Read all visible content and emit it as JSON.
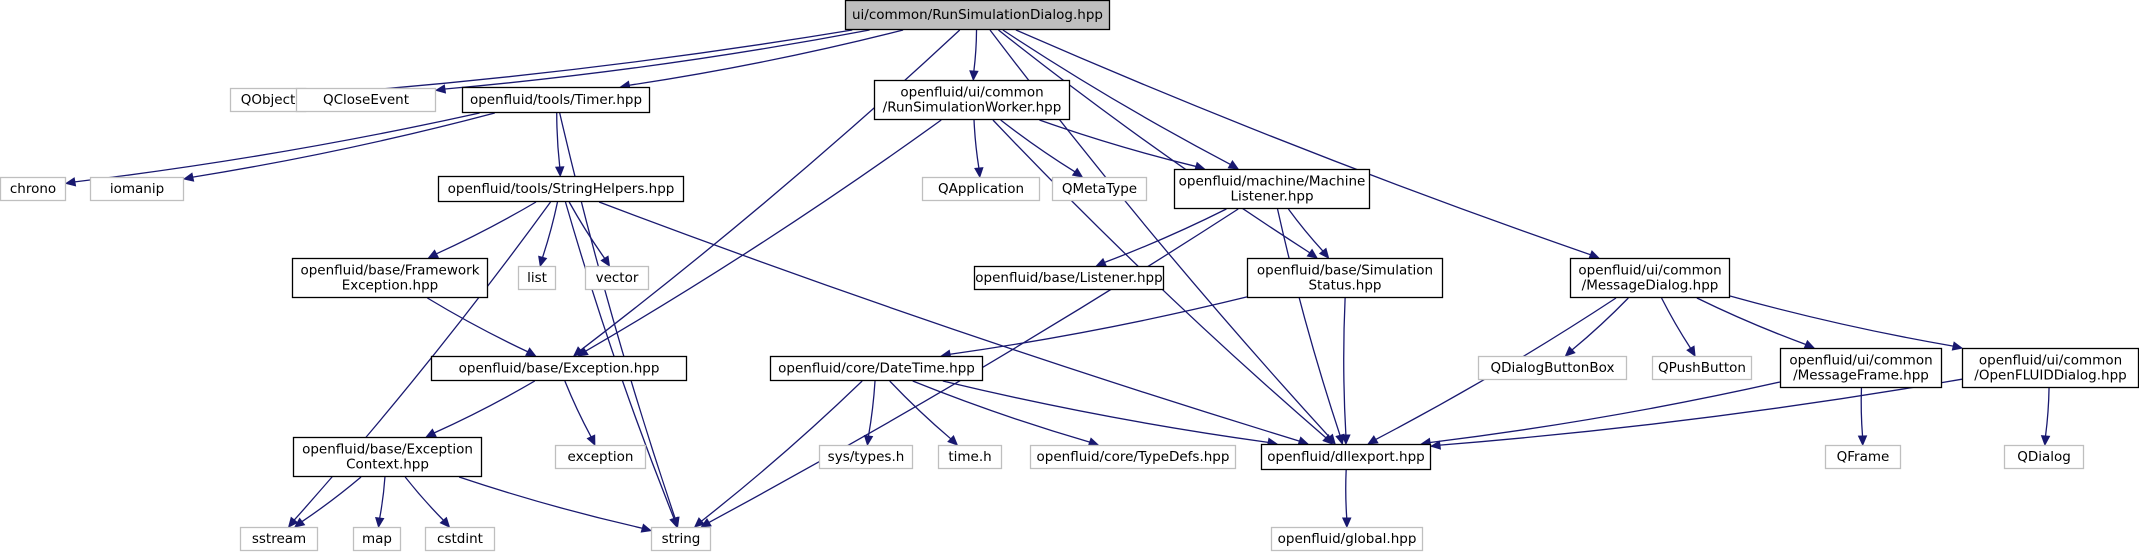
{
  "graph": {
    "root": "ui/common/RunSimulationDialog.hpp",
    "colors": {
      "edge": "#191970",
      "root_fill": "#bfbfbf",
      "node_border": "#000000",
      "external_border": "#bfbfbf"
    },
    "nodes": [
      {
        "id": "root",
        "lines": [
          "ui/common/RunSimulationDialog.hpp"
        ],
        "kind": "root"
      },
      {
        "id": "qobject",
        "lines": [
          "QObject"
        ],
        "kind": "external"
      },
      {
        "id": "qcloseevent",
        "lines": [
          "QCloseEvent"
        ],
        "kind": "external"
      },
      {
        "id": "timer",
        "lines": [
          "openfluid/tools/Timer.hpp"
        ],
        "kind": "file"
      },
      {
        "id": "runworker",
        "lines": [
          "openfluid/ui/common",
          "/RunSimulationWorker.hpp"
        ],
        "kind": "file"
      },
      {
        "id": "chrono",
        "lines": [
          "chrono"
        ],
        "kind": "external"
      },
      {
        "id": "iomanip",
        "lines": [
          "iomanip"
        ],
        "kind": "external"
      },
      {
        "id": "stringhelpers",
        "lines": [
          "openfluid/tools/StringHelpers.hpp"
        ],
        "kind": "file"
      },
      {
        "id": "qapplication",
        "lines": [
          "QApplication"
        ],
        "kind": "external"
      },
      {
        "id": "qmetatype",
        "lines": [
          "QMetaType"
        ],
        "kind": "external"
      },
      {
        "id": "machinelistener",
        "lines": [
          "openfluid/machine/Machine",
          "Listener.hpp"
        ],
        "kind": "file"
      },
      {
        "id": "messagedialog",
        "lines": [
          "openfluid/ui/common",
          "/MessageDialog.hpp"
        ],
        "kind": "file"
      },
      {
        "id": "fwexception",
        "lines": [
          "openfluid/base/Framework",
          "Exception.hpp"
        ],
        "kind": "file"
      },
      {
        "id": "list",
        "lines": [
          "list"
        ],
        "kind": "external"
      },
      {
        "id": "vector",
        "lines": [
          "vector"
        ],
        "kind": "external"
      },
      {
        "id": "listener",
        "lines": [
          "openfluid/base/Listener.hpp"
        ],
        "kind": "file"
      },
      {
        "id": "simstatus",
        "lines": [
          "openfluid/base/Simulation",
          "Status.hpp"
        ],
        "kind": "file"
      },
      {
        "id": "exception",
        "lines": [
          "openfluid/base/Exception.hpp"
        ],
        "kind": "file"
      },
      {
        "id": "datetime",
        "lines": [
          "openfluid/core/DateTime.hpp"
        ],
        "kind": "file"
      },
      {
        "id": "qdialogbuttonbox",
        "lines": [
          "QDialogButtonBox"
        ],
        "kind": "external"
      },
      {
        "id": "qpushbutton",
        "lines": [
          "QPushButton"
        ],
        "kind": "external"
      },
      {
        "id": "messageframe",
        "lines": [
          "openfluid/ui/common",
          "/MessageFrame.hpp"
        ],
        "kind": "file"
      },
      {
        "id": "ofdialog",
        "lines": [
          "openfluid/ui/common",
          "/OpenFLUIDDialog.hpp"
        ],
        "kind": "file"
      },
      {
        "id": "excontext",
        "lines": [
          "openfluid/base/Exception",
          "Context.hpp"
        ],
        "kind": "file"
      },
      {
        "id": "stdexception",
        "lines": [
          "exception"
        ],
        "kind": "external"
      },
      {
        "id": "systypes",
        "lines": [
          "sys/types.h"
        ],
        "kind": "external"
      },
      {
        "id": "timeh",
        "lines": [
          "time.h"
        ],
        "kind": "external"
      },
      {
        "id": "typedefs",
        "lines": [
          "openfluid/core/TypeDefs.hpp"
        ],
        "kind": "external"
      },
      {
        "id": "dllexport",
        "lines": [
          "openfluid/dllexport.hpp"
        ],
        "kind": "file"
      },
      {
        "id": "qframe",
        "lines": [
          "QFrame"
        ],
        "kind": "external"
      },
      {
        "id": "qdialog",
        "lines": [
          "QDialog"
        ],
        "kind": "external"
      },
      {
        "id": "sstream",
        "lines": [
          "sstream"
        ],
        "kind": "external"
      },
      {
        "id": "map",
        "lines": [
          "map"
        ],
        "kind": "external"
      },
      {
        "id": "cstdint",
        "lines": [
          "cstdint"
        ],
        "kind": "external"
      },
      {
        "id": "string",
        "lines": [
          "string"
        ],
        "kind": "external"
      },
      {
        "id": "global",
        "lines": [
          "openfluid/global.hpp"
        ],
        "kind": "external"
      }
    ],
    "edges": [
      [
        "root",
        "qobject"
      ],
      [
        "root",
        "qcloseevent"
      ],
      [
        "root",
        "timer"
      ],
      [
        "root",
        "runworker"
      ],
      [
        "root",
        "machinelistener"
      ],
      [
        "root",
        "simstatus"
      ],
      [
        "root",
        "messagedialog"
      ],
      [
        "root",
        "exception"
      ],
      [
        "root",
        "dllexport"
      ],
      [
        "timer",
        "chrono"
      ],
      [
        "timer",
        "iomanip"
      ],
      [
        "timer",
        "stringhelpers"
      ],
      [
        "timer",
        "string"
      ],
      [
        "stringhelpers",
        "fwexception"
      ],
      [
        "stringhelpers",
        "list"
      ],
      [
        "stringhelpers",
        "vector"
      ],
      [
        "stringhelpers",
        "sstream"
      ],
      [
        "stringhelpers",
        "string"
      ],
      [
        "stringhelpers",
        "dllexport"
      ],
      [
        "runworker",
        "qapplication"
      ],
      [
        "runworker",
        "qmetatype"
      ],
      [
        "runworker",
        "machinelistener"
      ],
      [
        "runworker",
        "exception"
      ],
      [
        "runworker",
        "dllexport"
      ],
      [
        "machinelistener",
        "listener"
      ],
      [
        "machinelistener",
        "simstatus"
      ],
      [
        "machinelistener",
        "string"
      ],
      [
        "machinelistener",
        "dllexport"
      ],
      [
        "simstatus",
        "datetime"
      ],
      [
        "simstatus",
        "dllexport"
      ],
      [
        "fwexception",
        "exception"
      ],
      [
        "exception",
        "excontext"
      ],
      [
        "exception",
        "stdexception"
      ],
      [
        "excontext",
        "sstream"
      ],
      [
        "excontext",
        "map"
      ],
      [
        "excontext",
        "cstdint"
      ],
      [
        "excontext",
        "string"
      ],
      [
        "datetime",
        "systypes"
      ],
      [
        "datetime",
        "timeh"
      ],
      [
        "datetime",
        "typedefs"
      ],
      [
        "datetime",
        "string"
      ],
      [
        "datetime",
        "dllexport"
      ],
      [
        "messagedialog",
        "qdialogbuttonbox"
      ],
      [
        "messagedialog",
        "qpushbutton"
      ],
      [
        "messagedialog",
        "messageframe"
      ],
      [
        "messagedialog",
        "ofdialog"
      ],
      [
        "messagedialog",
        "dllexport"
      ],
      [
        "messageframe",
        "qframe"
      ],
      [
        "messageframe",
        "dllexport"
      ],
      [
        "ofdialog",
        "qdialog"
      ],
      [
        "ofdialog",
        "dllexport"
      ],
      [
        "dllexport",
        "global"
      ]
    ]
  }
}
